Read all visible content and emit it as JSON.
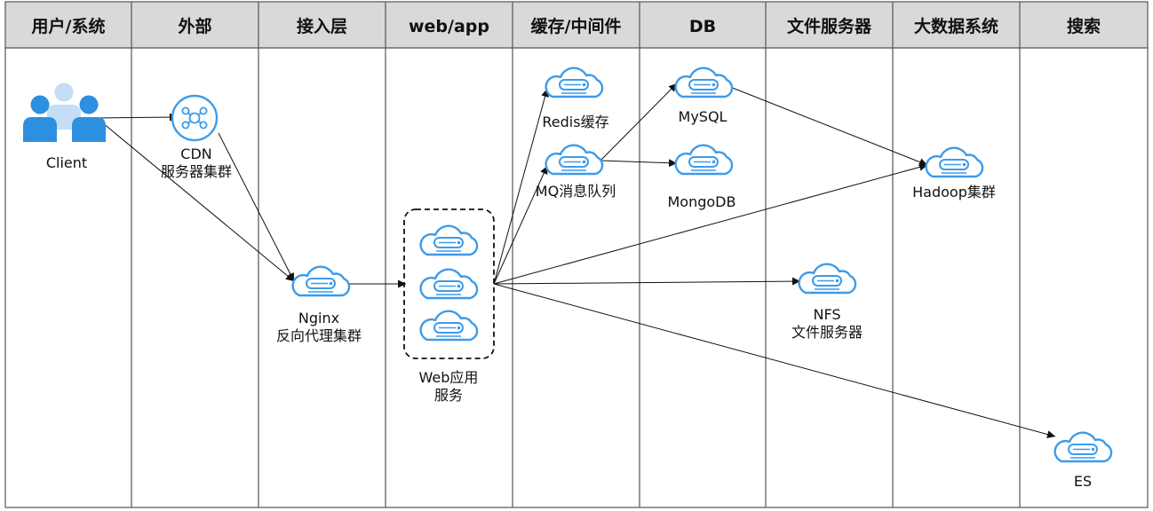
{
  "lanes": [
    {
      "title": "用户/系统"
    },
    {
      "title": "外部"
    },
    {
      "title": "接入层"
    },
    {
      "title": "web/app"
    },
    {
      "title": "缓存/中间件"
    },
    {
      "title": "DB"
    },
    {
      "title": "文件服务器"
    },
    {
      "title": "大数据系统"
    },
    {
      "title": "搜索"
    }
  ],
  "nodes": {
    "client": {
      "lines": [
        "Client"
      ]
    },
    "cdn": {
      "lines": [
        "CDN",
        "服务器集群"
      ]
    },
    "nginx": {
      "lines": [
        "Nginx",
        "反向代理集群"
      ]
    },
    "web": {
      "lines": [
        "Web应用",
        "服务"
      ]
    },
    "redis": {
      "lines": [
        "Redis缓存"
      ]
    },
    "mq": {
      "lines": [
        "MQ消息队列"
      ]
    },
    "mysql": {
      "lines": [
        "MySQL"
      ]
    },
    "mongodb": {
      "lines": [
        "MongoDB"
      ]
    },
    "nfs": {
      "lines": [
        "NFS",
        "文件服务器"
      ]
    },
    "hadoop": {
      "lines": [
        "Hadoop集群"
      ]
    },
    "es": {
      "lines": [
        "ES"
      ]
    }
  },
  "edges": [
    {
      "from": "client",
      "to": "cdn"
    },
    {
      "from": "client",
      "to": "nginx"
    },
    {
      "from": "cdn",
      "to": "nginx"
    },
    {
      "from": "nginx",
      "to": "web"
    },
    {
      "from": "web",
      "to": "redis"
    },
    {
      "from": "web",
      "to": "mq"
    },
    {
      "from": "web",
      "to": "hadoop"
    },
    {
      "from": "web",
      "to": "nfs"
    },
    {
      "from": "web",
      "to": "es"
    },
    {
      "from": "mq",
      "to": "mysql"
    },
    {
      "from": "mq",
      "to": "mongodb"
    },
    {
      "from": "mysql",
      "to": "hadoop"
    }
  ],
  "colors": {
    "header_bg": "#d9d9d9",
    "border": "#555555",
    "cloud_stroke": "#3d9be9",
    "users_dark": "#2d8fe0",
    "users_light": "#c3def6"
  },
  "icons": {
    "client": "users-icon",
    "cdn": "cdn-hub-icon",
    "cloud": "cloud-server-icon"
  }
}
